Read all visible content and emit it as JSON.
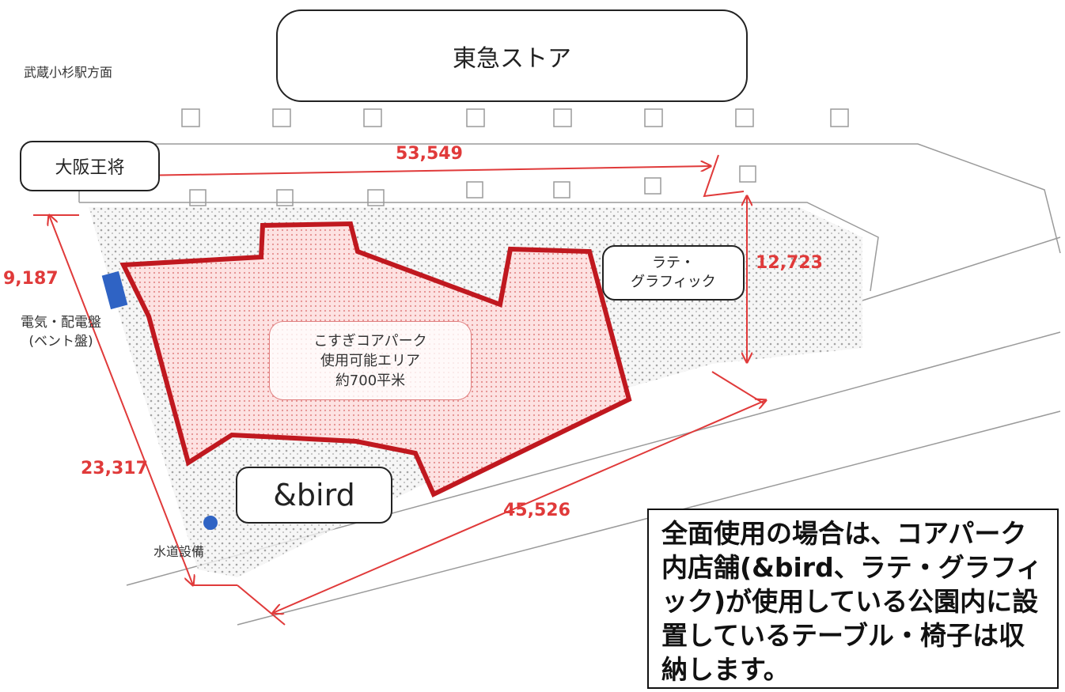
{
  "station_direction": "武蔵小杉駅方面",
  "store_label": "東急ストア",
  "osaka_label": "大阪王将",
  "latte_label": [
    "ラテ・",
    "グラフィック"
  ],
  "bird_label": "&bird",
  "area_label": [
    "こすぎコアパーク",
    "使用可能エリア",
    "約700平米"
  ],
  "electric_label": [
    "電気・配電盤",
    "(ベント盤)"
  ],
  "water_label": "水道設備",
  "dimensions": {
    "top": "53,549",
    "right": "12,723",
    "left_upper": "9,187",
    "left_lower": "23,317",
    "bottom": "45,526"
  },
  "note": "全面使用の場合は、コアパーク内店舗(&bird、ラテ・グラフィック)が使用している公園内に設置しているテーブル・椅子は収納します。",
  "colors": {
    "area_outline": "#c0181f",
    "area_fill": "#f9c8c8",
    "dimension": "#e03a3a",
    "utility_marker": "#2f63c4"
  }
}
